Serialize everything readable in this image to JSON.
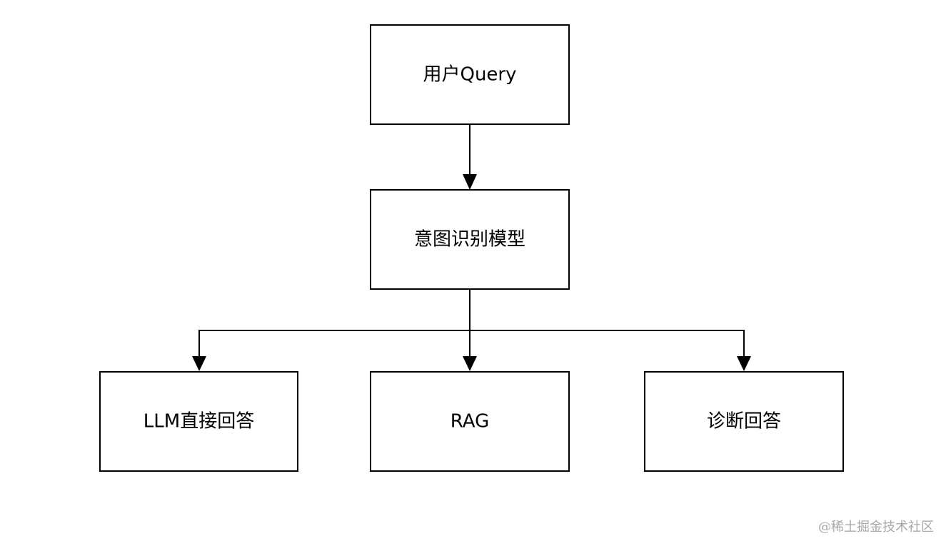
{
  "diagram": {
    "nodes": {
      "user_query": "用户Query",
      "intent_model": "意图识别模型",
      "llm_direct": "LLM直接回答",
      "rag": "RAG",
      "diagnosis": "诊断回答"
    }
  },
  "watermark": "@稀土掘金技术社区",
  "colors": {
    "stroke": "#000000",
    "background": "#ffffff",
    "watermark": "#a8a8a8"
  }
}
